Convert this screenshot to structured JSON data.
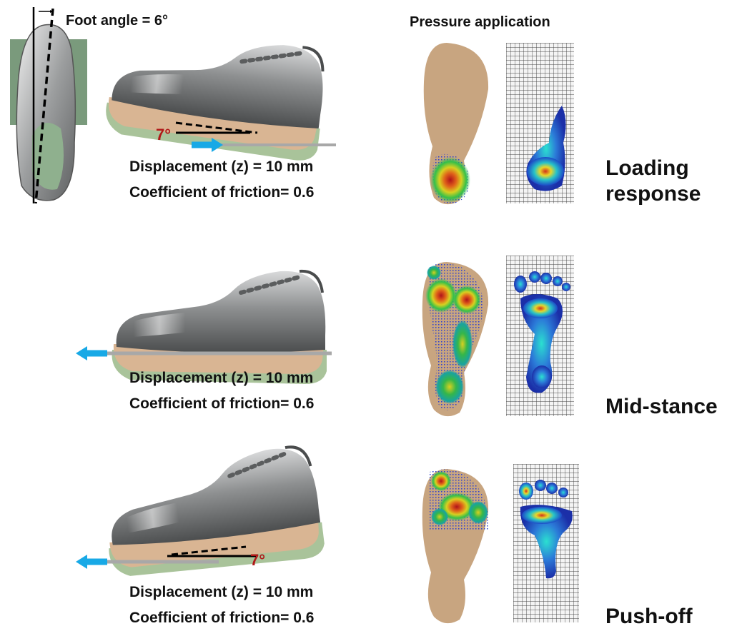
{
  "foot_angle_label": "Foot angle = 6°",
  "pressure_header": "Pressure application",
  "colors": {
    "upper": "#8f9192",
    "midsole": "#d8b18f",
    "outsole": "#a9c39a",
    "insole": "#c8a580",
    "arrow": "#18a9e6",
    "angle_text": "#b01818",
    "ground": "#a8a8a8"
  },
  "phases": [
    {
      "name_line1": "Loading",
      "name_line2": "response",
      "displacement": "Displacement (z) = 10 mm",
      "friction": "Coefficient of friction= 0.6",
      "tilt_angle": "7°"
    },
    {
      "name_line1": "Mid-stance",
      "displacement": "Displacement (z) = 10 mm",
      "friction": "Coefficient of friction= 0.6"
    },
    {
      "name_line1": "Push-off",
      "displacement": "Displacement (z) = 10 mm",
      "friction": "Coefficient of friction= 0.6",
      "tilt_angle": "7°"
    }
  ]
}
